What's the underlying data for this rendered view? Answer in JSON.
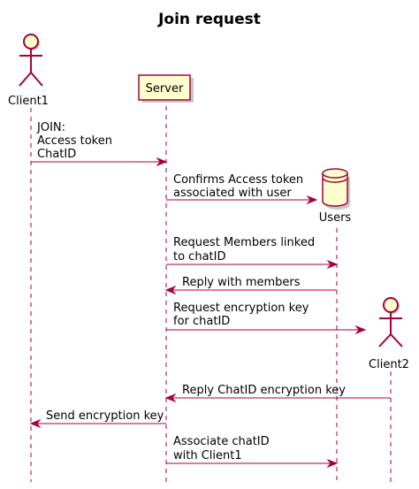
{
  "title": "Join request",
  "participants": {
    "client1": "Client1",
    "server": "Server",
    "users": "Users",
    "client2": "Client2"
  },
  "messages": [
    {
      "from": "Client1",
      "to": "Server",
      "lines": [
        "JOIN:",
        "Access token",
        "ChatID"
      ]
    },
    {
      "from": "Server",
      "to": "Users",
      "lines": [
        "Confirms Access token",
        "associated with user"
      ]
    },
    {
      "from": "Server",
      "to": "Users",
      "lines": [
        "Request Members linked",
        "to chatID"
      ]
    },
    {
      "from": "Users",
      "to": "Server",
      "lines": [
        "Reply with members"
      ]
    },
    {
      "from": "Server",
      "to": "Client2",
      "lines": [
        "Request encryption key",
        "for chatID"
      ]
    },
    {
      "from": "Client2",
      "to": "Server",
      "lines": [
        "Reply ChatID encryption key"
      ]
    },
    {
      "from": "Server",
      "to": "Client1",
      "lines": [
        "Send encryption key"
      ]
    },
    {
      "from": "Server",
      "to": "Users",
      "lines": [
        "Associate chatID",
        "with Client1"
      ]
    }
  ],
  "colors": {
    "line": "#A80036",
    "fill": "#FEFECE"
  }
}
